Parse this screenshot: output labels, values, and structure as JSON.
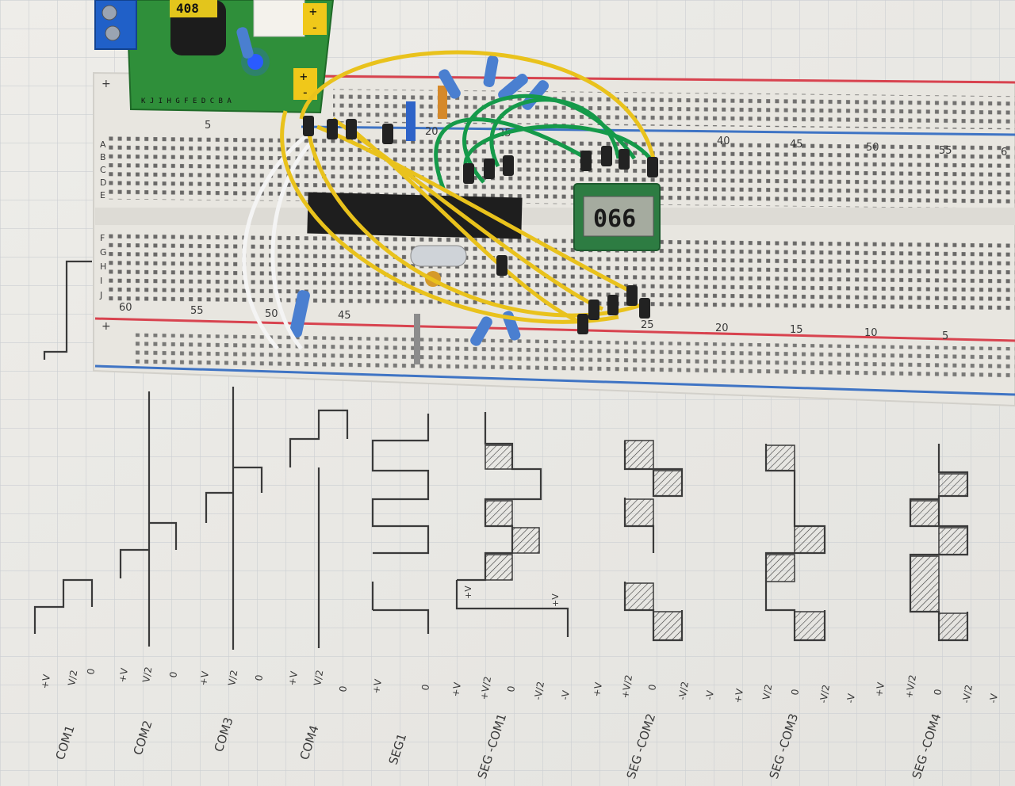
{
  "photo": {
    "subject": "breadboard circuit driving a small 7-segment LCD above hand-drawn LCD drive waveforms on graph paper"
  },
  "power_module": {
    "label": "408",
    "plus_markings": [
      "+",
      "+"
    ],
    "minus_markings": [
      "-",
      "-"
    ],
    "row_letters": "K J I H G F E D C B A",
    "led_color": "#2a5bff"
  },
  "breadboard": {
    "top_numbers": [
      "5",
      "20",
      "25",
      "40",
      "45",
      "50",
      "55",
      "6"
    ],
    "bottom_numbers": [
      "60",
      "55",
      "50",
      "45",
      "25",
      "20",
      "15",
      "10",
      "5"
    ],
    "row_letters_top": [
      "A",
      "B",
      "C",
      "D",
      "E"
    ],
    "row_letters_bottom": [
      "F",
      "G",
      "H",
      "I",
      "J"
    ],
    "rail_marks": [
      "+",
      "+"
    ]
  },
  "lcd": {
    "digits": "066"
  },
  "waveform_labels": [
    "COM1",
    "COM2",
    "COM3",
    "COM4",
    "SEG1",
    "SEG -COM1",
    "SEG -COM2",
    "SEG -COM3",
    "SEG -COM4"
  ],
  "voltage_labels": {
    "com1": [
      "+V",
      "V/2",
      "0"
    ],
    "com2": [
      "+V",
      "V/2",
      "0"
    ],
    "com3": [
      "+V",
      "V/2",
      "0"
    ],
    "com4": [
      "+V",
      "V/2",
      "0"
    ],
    "seg1": [
      "+V",
      "0"
    ],
    "diff1": [
      "+V",
      "+V/2",
      "0",
      "-V/2",
      "-V"
    ],
    "diff2": [
      "+V",
      "+V/2",
      "0",
      "-V/2",
      "-V"
    ],
    "diff3": [
      "+V",
      "V/2",
      "0",
      "-V/2",
      "-V"
    ],
    "diff4": [
      "+V",
      "+V/2",
      "0",
      "-V/2",
      "-V"
    ]
  },
  "annotations": [
    "+V",
    "+V"
  ],
  "colors": {
    "paper": "#f1f0ec",
    "grid": "#c9ccd0",
    "breadboard": "#e9e7e2",
    "red_rail": "#d8434f",
    "blue_rail": "#3f74c4",
    "pcb": "#2f8f3a",
    "wire_yellow": "#e9c21c",
    "wire_green": "#159a4a",
    "ink": "#3a3a3a"
  }
}
